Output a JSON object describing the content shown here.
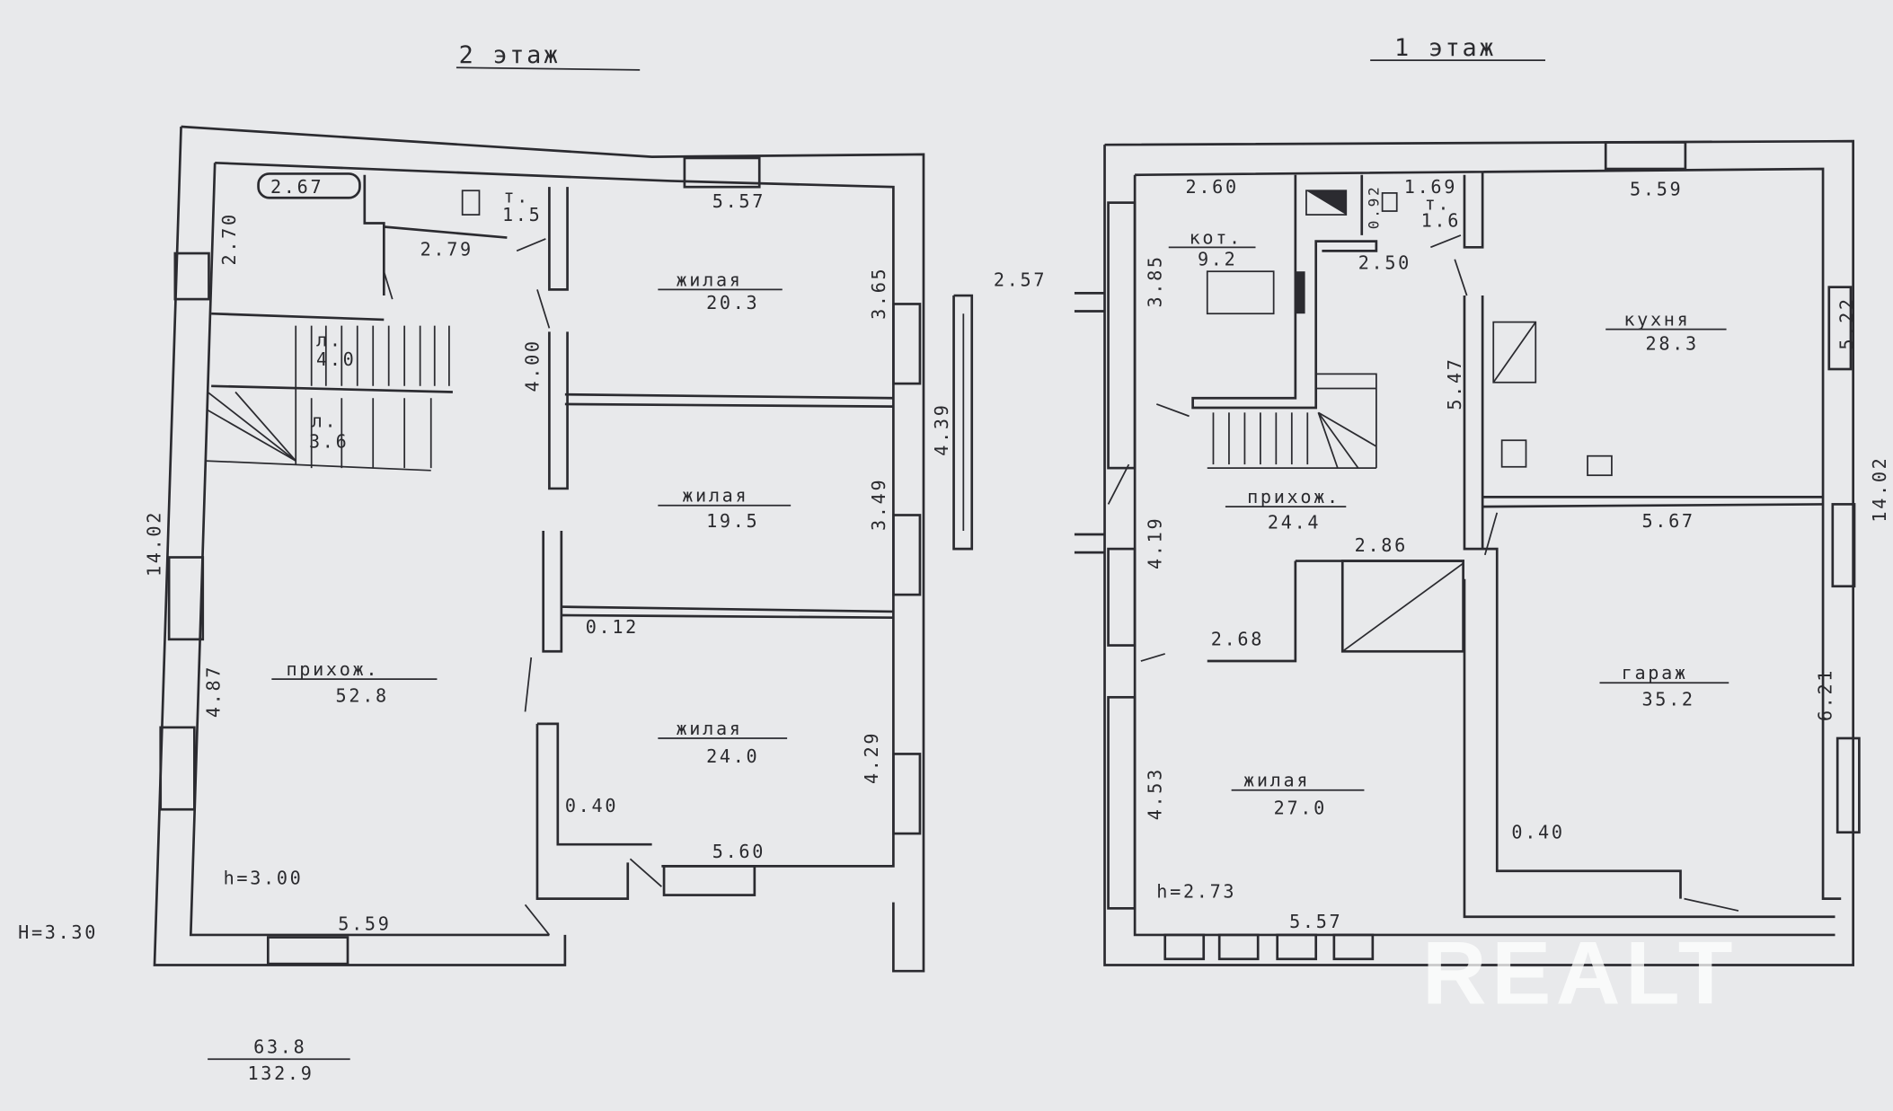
{
  "floor2": {
    "title": "2 этаж",
    "dims": {
      "d267": "2.67",
      "d270": "2.70",
      "d279": "2.79",
      "d557": "5.57",
      "d365": "3.65",
      "d400": "4.00",
      "d349": "3.49",
      "d012": "0.12",
      "d1402": "14.02",
      "d487": "4.87",
      "d429": "4.29",
      "d040": "0.40",
      "d560": "5.60",
      "d559": "5.59",
      "d257": "2.57",
      "d439": "4.39"
    },
    "wc": {
      "label": "т.",
      "area": "1.5"
    },
    "stair1": {
      "label": "л.",
      "area": "4.0"
    },
    "stair2": {
      "label": "л.",
      "area": "3.6"
    },
    "rooms": [
      {
        "name": "жилая",
        "area": "20.3"
      },
      {
        "name": "жилая",
        "area": "19.5"
      },
      {
        "name": "прихож.",
        "area": "52.8"
      },
      {
        "name": "жилая",
        "area": "24.0"
      }
    ],
    "height": "h=3.00",
    "total_height": "H=3.30",
    "living_area": "63.8",
    "total_area": "132.9"
  },
  "floor1": {
    "title": "1 этаж",
    "dims": {
      "d260": "2.60",
      "d092": "0.92",
      "d169": "1.69",
      "d385": "3.85",
      "d250": "2.50",
      "d559": "5.59",
      "d522": "5.22",
      "d547": "5.47",
      "d1402": "14.02",
      "d567": "5.67",
      "d286": "2.86",
      "d419": "4.19",
      "d268": "2.68",
      "d621": "6.21",
      "d453": "4.53",
      "d040": "0.40",
      "d557": "5.57"
    },
    "wc": {
      "label": "т.",
      "area": "1.6"
    },
    "rooms": [
      {
        "name": "кот.",
        "area": "9.2"
      },
      {
        "name": "кухня",
        "area": "28.3"
      },
      {
        "name": "прихож.",
        "area": "24.4"
      },
      {
        "name": "гараж",
        "area": "35.2"
      },
      {
        "name": "жилая",
        "area": "27.0"
      }
    ],
    "height": "h=2.73"
  },
  "watermark": "REALT"
}
